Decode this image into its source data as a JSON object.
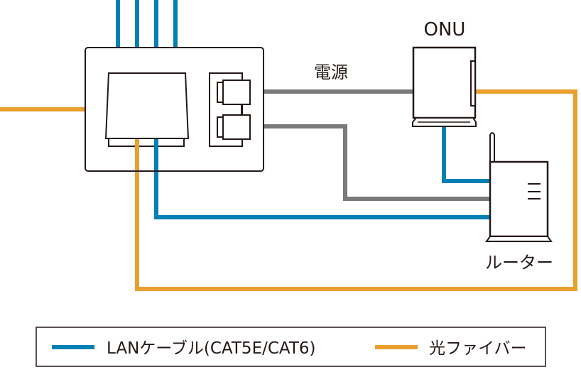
{
  "colors": {
    "lan": "#0080b4",
    "fiber": "#e9a02e",
    "power": "#7a7a7a",
    "outline": "#231815"
  },
  "labels": {
    "onu": "ONU",
    "power": "電源",
    "router": "ルーター"
  },
  "legend": {
    "items": [
      {
        "label": "LANケーブル(CAT5E/CAT6)",
        "line_type": "lan"
      },
      {
        "label": "光ファイバー",
        "line_type": "fiber"
      }
    ]
  }
}
